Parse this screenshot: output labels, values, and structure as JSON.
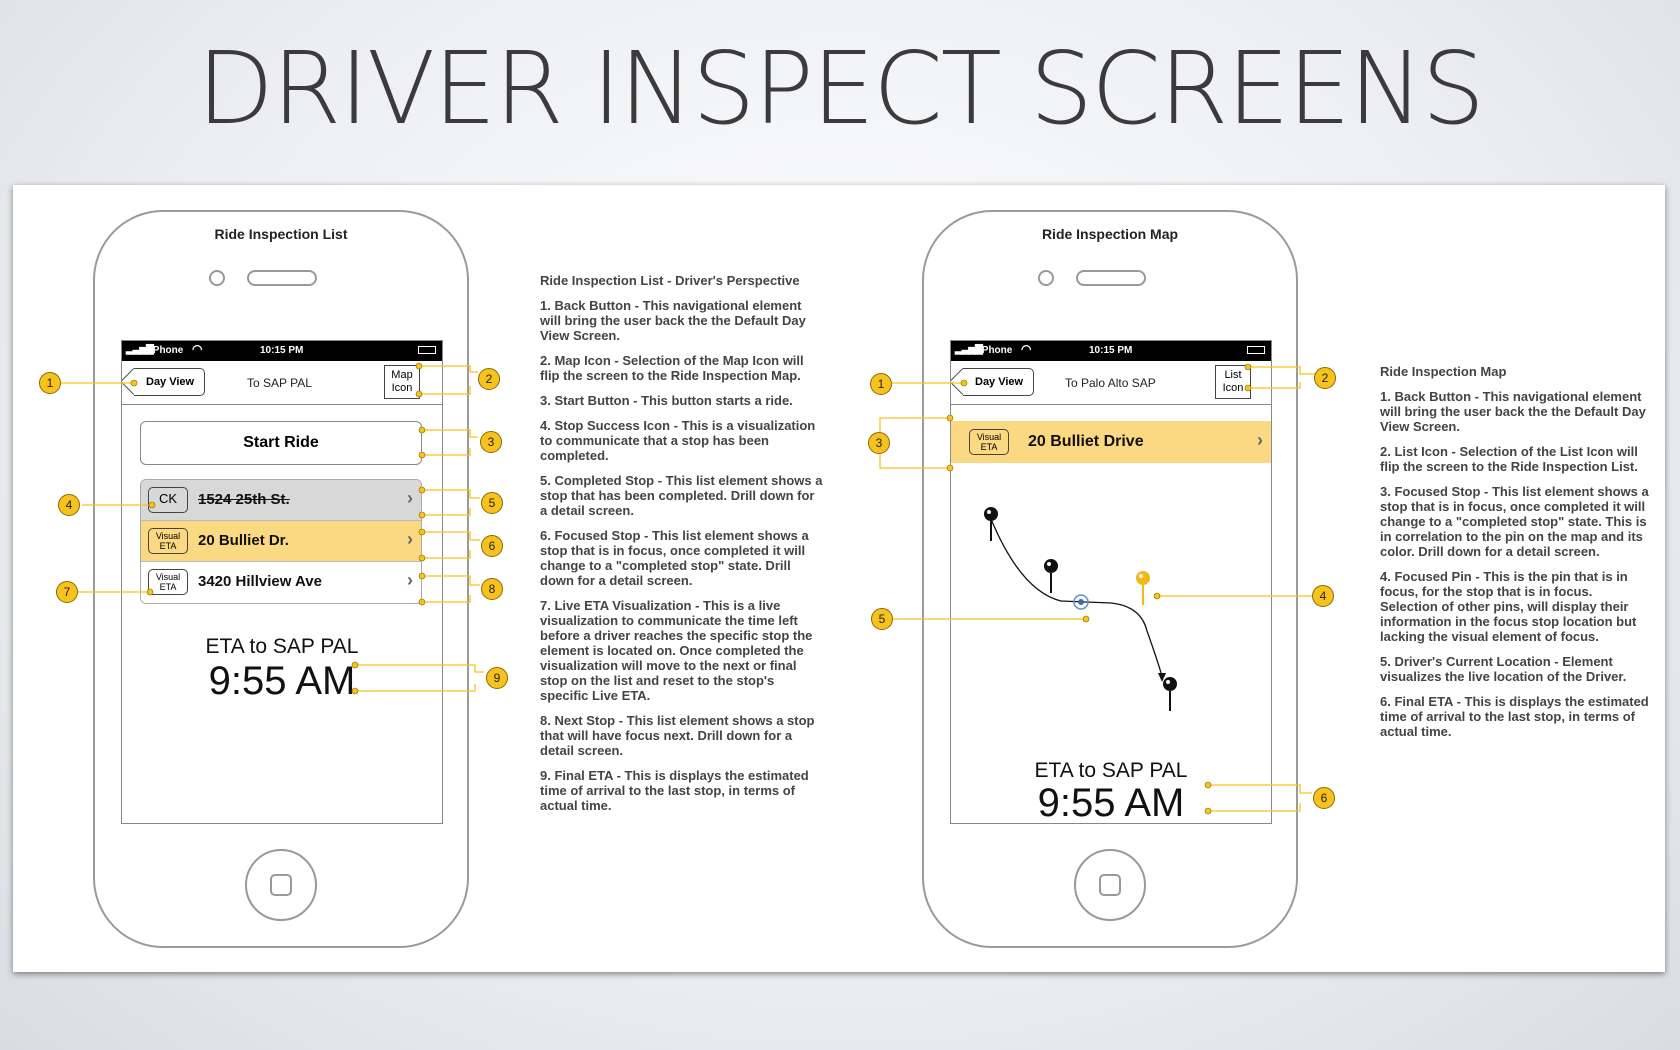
{
  "title": "DRIVER INSPECT SCREENS",
  "list_phone": {
    "title": "Ride Inspection List",
    "status": {
      "carrier": "iPhone",
      "time": "10:15 PM"
    },
    "back_label": "Day View",
    "nav_title": "To SAP PAL",
    "right_button": {
      "line1": "Map",
      "line2": "Icon"
    },
    "start_label": "Start Ride",
    "rows": [
      {
        "tag": "CK",
        "label": "1524 25th St."
      },
      {
        "tag_line1": "Visual",
        "tag_line2": "ETA",
        "label": "20 Bulliet Dr."
      },
      {
        "tag_line1": "Visual",
        "tag_line2": "ETA",
        "label": "3420 Hillview Ave"
      }
    ],
    "eta_label": "ETA to SAP PAL",
    "eta_time": "9:55 AM"
  },
  "map_phone": {
    "title": "Ride Inspection Map",
    "status": {
      "carrier": "iPhone",
      "time": "10:15 PM"
    },
    "back_label": "Day View",
    "nav_title": "To Palo Alto SAP",
    "right_button": {
      "line1": "List",
      "line2": "Icon"
    },
    "focus_tag_line1": "Visual",
    "focus_tag_line2": "ETA",
    "focus_label": "20 Bulliet Drive",
    "eta_label": "ETA to SAP PAL",
    "eta_time": "9:55 AM"
  },
  "list_desc": {
    "heading": "Ride Inspection List - Driver's Perspective",
    "items": [
      "1. Back Button - This navigational element will bring the user back the the Default Day View Screen.",
      "2. Map Icon - Selection of the Map Icon will flip the screen to the Ride Inspection Map.",
      "3. Start Button - This button starts a ride.",
      "4. Stop Success Icon - This is a visualization to communicate that a stop has been completed.",
      "5. Completed Stop - This list element shows a stop that has been completed. Drill down for a detail screen.",
      "6. Focused Stop - This list element shows a stop that is in focus, once completed it will change to a \"completed stop\" state. Drill down for a detail screen.",
      "7. Live ETA Visualization - This is a live visualization to communicate the time left before a driver reaches the specific stop the element is located on. Once completed the visualization will move to the next or final stop on the list and reset to the stop's specific Live ETA.",
      "8. Next Stop - This list element shows a stop that will have focus next. Drill down for a detail screen.",
      "9. Final ETA - This is displays the estimated time of arrival to the last stop, in terms of actual time."
    ]
  },
  "map_desc": {
    "heading": "Ride Inspection Map",
    "items": [
      "1. Back Button - This navigational element will bring the user back the the Default Day View Screen.",
      "2. List Icon - Selection of the List Icon will flip the screen to the Ride Inspection List.",
      "3. Focused Stop - This list element shows a stop that is in focus, once completed it will change to a \"completed stop\" state. This is in correlation to the pin on the map and its color. Drill down for a detail screen.",
      "4. Focused Pin - This is the pin that is in focus, for the stop that is in focus. Selection of other pins, will display their information in the focus stop location but lacking the visual element of focus.",
      "5. Driver's Current Location - Element visualizes the live location of the Driver.",
      "6. Final ETA - This is displays the estimated time of arrival to the last stop, in terms of actual time."
    ]
  },
  "callouts_list": [
    "1",
    "2",
    "3",
    "4",
    "5",
    "6",
    "7",
    "8",
    "9"
  ],
  "callouts_map": [
    "1",
    "2",
    "3",
    "4",
    "5",
    "6"
  ],
  "colors": {
    "callout": "#f7c21e",
    "focus_row": "#fbd982",
    "completed_row": "#d8d8d8",
    "line": "#f7c21e"
  }
}
